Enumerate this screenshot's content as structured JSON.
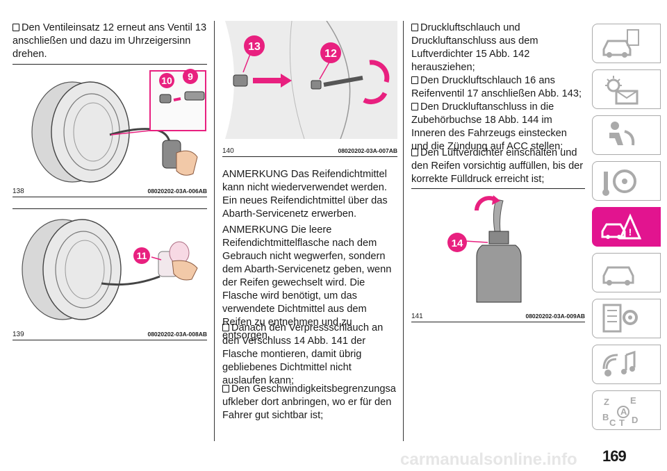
{
  "column1": {
    "intro": "Den Ventileinsatz 12 erneut ans Ventil 13 anschließen und dazu im Uhrzeigersinn drehen.",
    "figures": [
      {
        "number": "138",
        "code": "08020202-03A-006AB",
        "labels": [
          "10",
          "9"
        ]
      },
      {
        "number": "139",
        "code": "08020202-03A-008AB",
        "labels": [
          "11"
        ]
      }
    ]
  },
  "column2": {
    "figure": {
      "number": "140",
      "code": "08020202-03A-007AB",
      "labels": [
        "13",
        "12"
      ]
    },
    "note1": "ANMERKUNG  Das Reifendichtmittel kann nicht wiederverwendet werden. Ein neues Reifendichtmittel über das Abarth-Servicenetz erwerben.",
    "note2": "ANMERKUNG  Die leere Reifendichtmittelflasche nach dem Gebrauch nicht wegwerfen, sondern dem Abarth-Servicenetz geben, wenn der Reifen gewechselt wird. Die Flasche wird benötigt, um das verwendete Dichtmittel aus dem Reifen zu entnehmen und zu entsorgen.",
    "bullets": [
      "Danach den Verpressschlauch an den Verschluss 14 Abb. 141 der Flasche montieren, damit übrig gebliebenes Dichtmittel nicht auslaufen kann;",
      "Den Geschwindigkeitsbegrenzungsaufkleber dort anbringen, wo er für den Fahrer gut sichtbar ist;"
    ]
  },
  "column3": {
    "bullets": [
      "Druckluftschlauch und Druckluftanschluss aus dem Luftverdichter 15 Abb. 142 herausziehen;",
      "Den Druckluftschlauch 16 ans Reifenventil 17 anschließen Abb. 143;",
      "Den Druckluftanschluss in die Zubehörbuchse 18 Abb. 144 im Inneren des Fahrzeugs einstecken und die Zündung auf ACC stellen;",
      "Den Luftverdichter einschalten und den Reifen vorsichtig auffüllen, bis der korrekte Fülldruck erreicht ist;"
    ],
    "figure": {
      "number": "141",
      "code": "08020202-03A-009AB",
      "labels": [
        "14"
      ]
    }
  },
  "sidebar": {
    "tabs": [
      {
        "icon": "car-info-icon"
      },
      {
        "icon": "dashboard-lights-icon"
      },
      {
        "icon": "safety-airbag-icon"
      },
      {
        "icon": "steering-key-icon"
      },
      {
        "icon": "emergency-icon",
        "active": true
      },
      {
        "icon": "car-service-icon"
      },
      {
        "icon": "technical-data-icon"
      },
      {
        "icon": "multimedia-icon"
      },
      {
        "icon": "index-icon",
        "letters": [
          "Z",
          "E",
          "A",
          "B",
          "C",
          "T",
          "D"
        ]
      }
    ]
  },
  "page_number": "169",
  "watermark": "carmanualsonline.info",
  "colors": {
    "accent": "#e2148f",
    "badge": "#e8207f"
  }
}
